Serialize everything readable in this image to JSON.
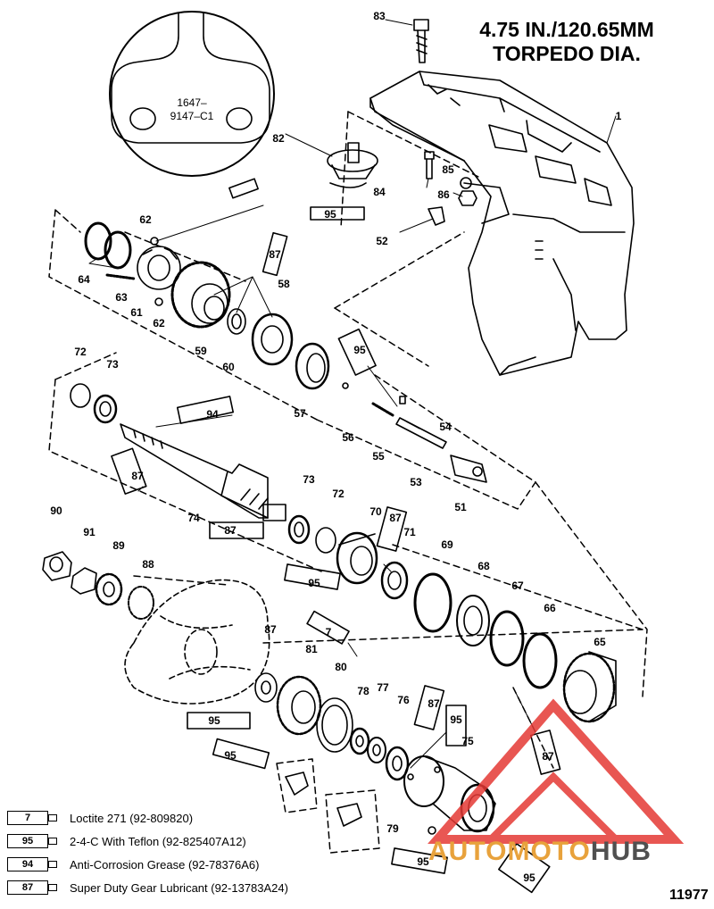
{
  "title": {
    "line1": "4.75 IN./120.65MM",
    "line2": "TORPEDO DIA."
  },
  "callout": {
    "line1": "1647–",
    "line2": "9147–C1"
  },
  "part_labels": [
    "83",
    "1",
    "82",
    "85",
    "84",
    "86",
    "52",
    "95",
    "62",
    "64",
    "63",
    "61",
    "62",
    "87",
    "58",
    "59",
    "60",
    "72",
    "73",
    "95",
    "57",
    "56",
    "94",
    "54",
    "55",
    "53",
    "51",
    "87",
    "74",
    "73",
    "72",
    "70",
    "87",
    "71",
    "90",
    "91",
    "89",
    "88",
    "87",
    "95",
    "69",
    "68",
    "67",
    "66",
    "65",
    "87",
    "7",
    "81",
    "80",
    "78",
    "77",
    "76",
    "87",
    "95",
    "95",
    "75",
    "87",
    "95",
    "79",
    "95",
    "95"
  ],
  "legend": [
    {
      "code": "7",
      "text": "Loctite 271 (92-809820)"
    },
    {
      "code": "95",
      "text": "2-4-C  With Teflon (92-825407A12)"
    },
    {
      "code": "94",
      "text": "Anti-Corrosion Grease (92-78376A6)"
    },
    {
      "code": "87",
      "text": "Super Duty Gear Lubricant (92-13783A24)"
    }
  ],
  "watermark": {
    "part1": "AUTOMOTO",
    "part2": "HUB",
    "color1": "#e8a23c",
    "color2": "#505050",
    "logo_color": "#e53935"
  },
  "figure_number": "11977"
}
